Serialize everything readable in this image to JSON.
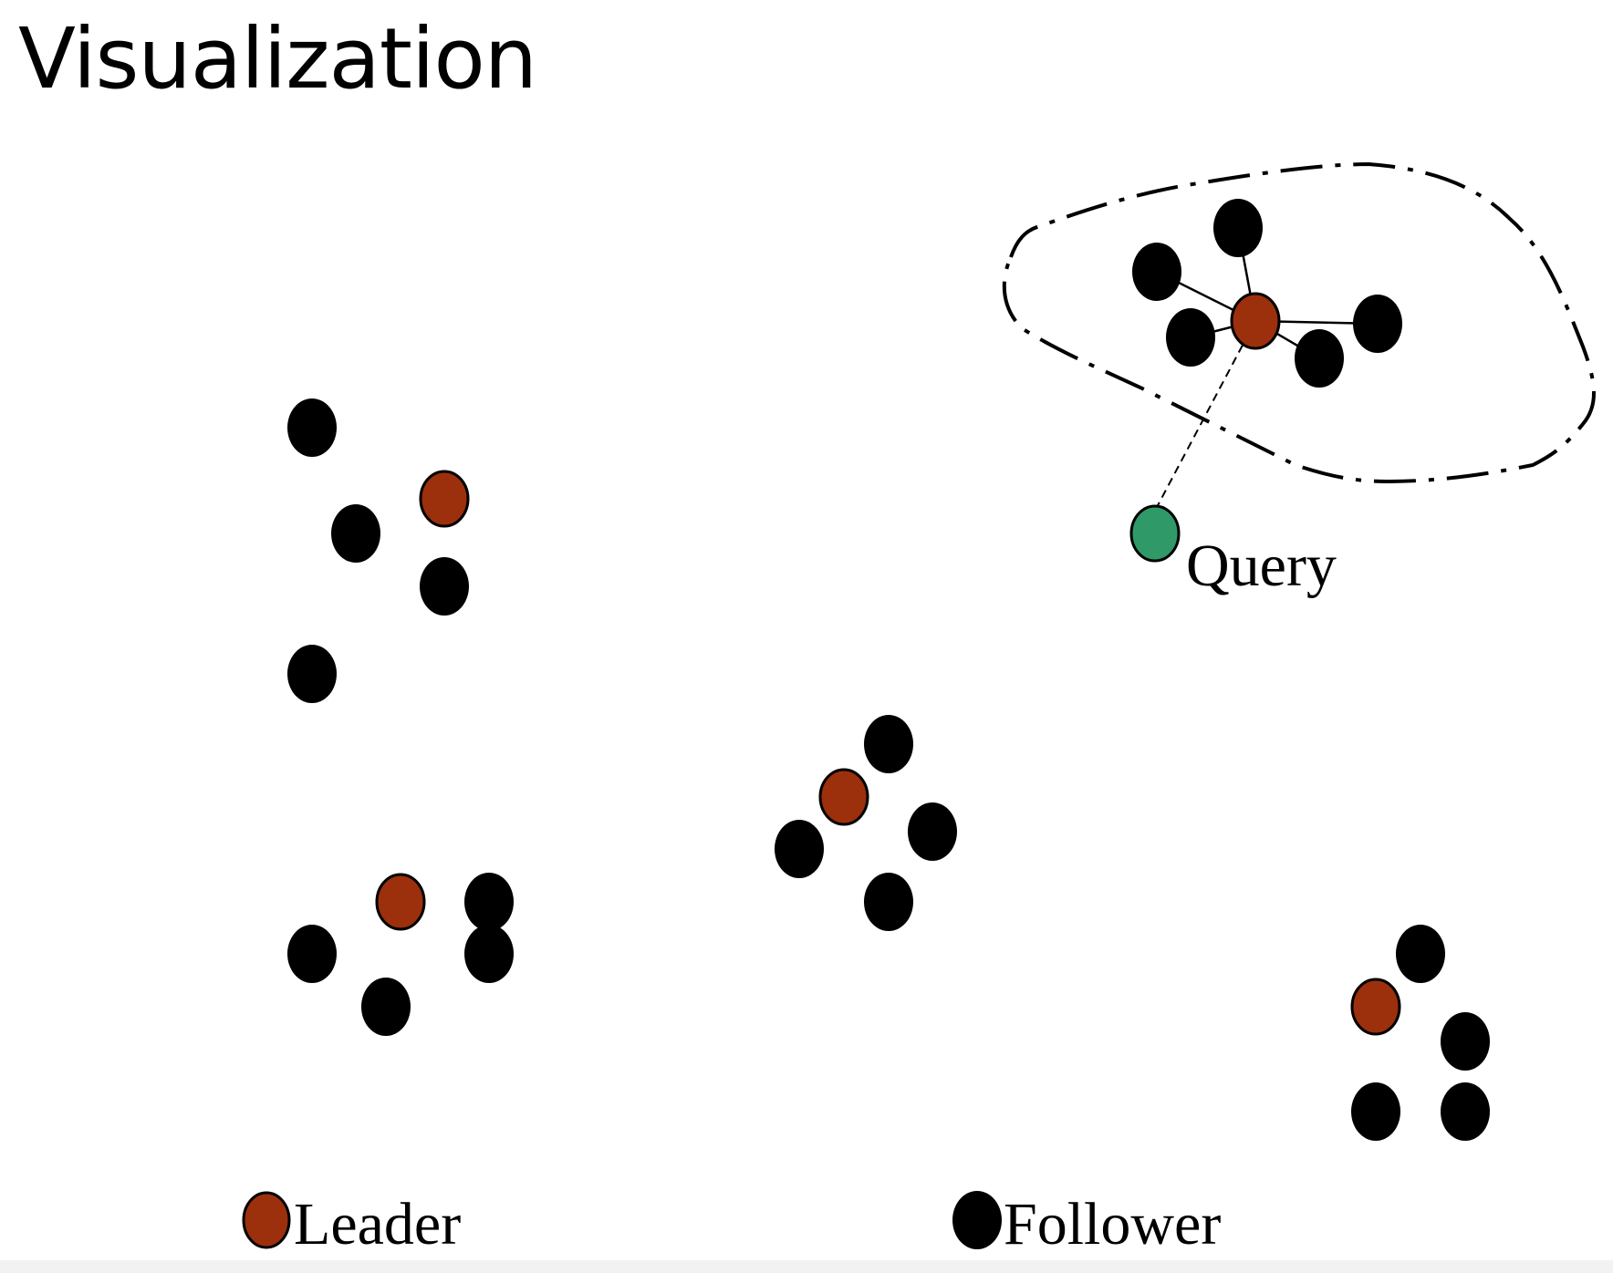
{
  "slide": {
    "title": "Visualization"
  },
  "labels": {
    "query": "Query",
    "leader": "Leader",
    "follower": "Follower"
  },
  "colors": {
    "leader": "#9c2f0c",
    "follower": "#000000",
    "query": "#2f9a68",
    "background": "#ffffff"
  }
}
